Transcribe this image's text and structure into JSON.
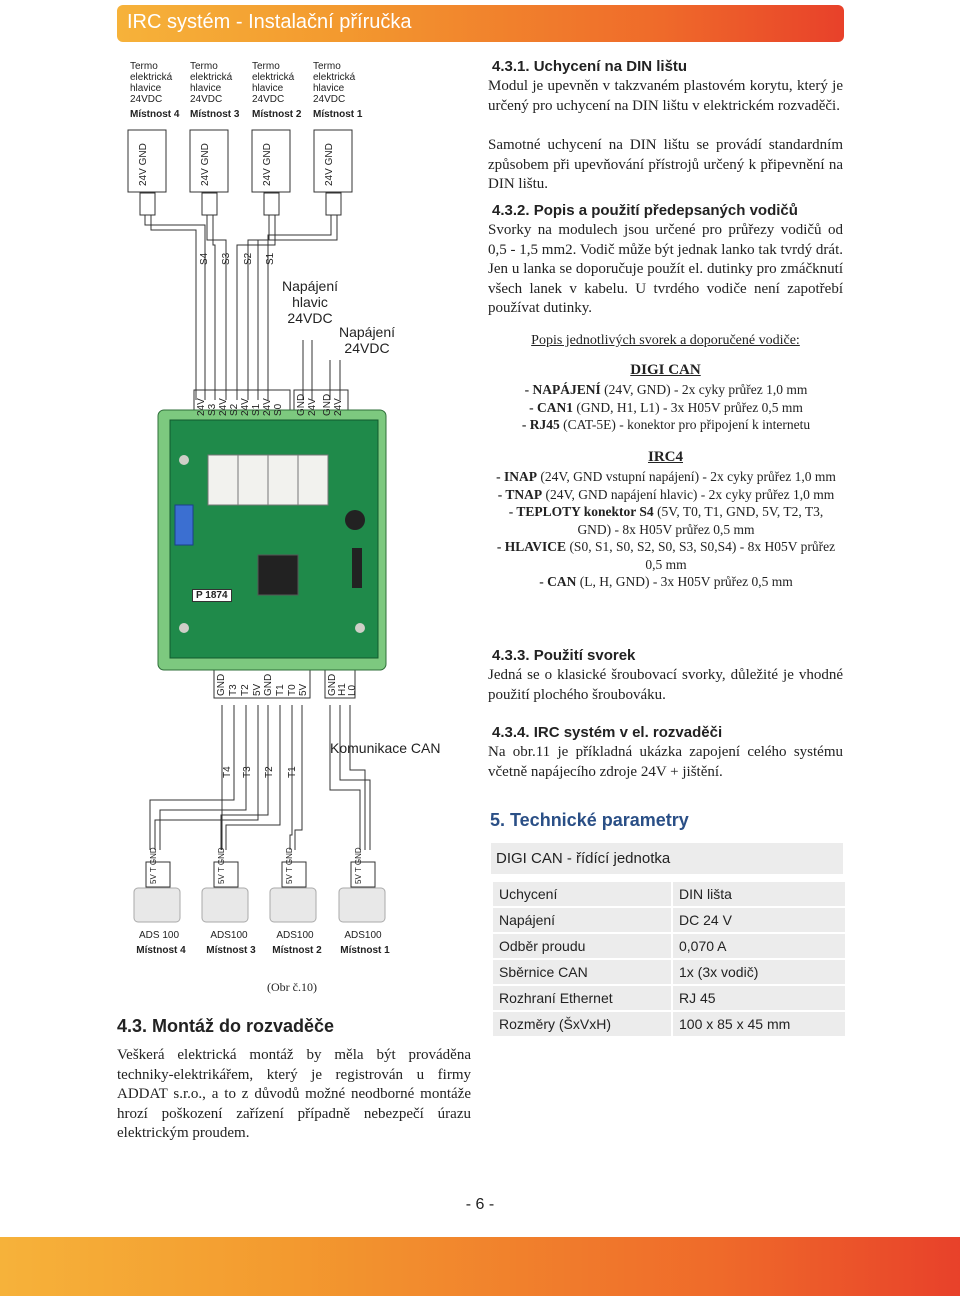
{
  "header": {
    "title": "IRC systém - Instalační příručka"
  },
  "diagram": {
    "heads": [
      {
        "type_lines": [
          "Termo",
          "elektrická",
          "hlavice",
          "24VDC"
        ],
        "room": "Místnost 4"
      },
      {
        "type_lines": [
          "Termo",
          "elektrická",
          "hlavice",
          "24VDC"
        ],
        "room": "Místnost 3"
      },
      {
        "type_lines": [
          "Termo",
          "elektrická",
          "hlavice",
          "24VDC"
        ],
        "room": "Místnost 2"
      },
      {
        "type_lines": [
          "Termo",
          "elektrická",
          "hlavice",
          "24VDC"
        ],
        "room": "Místnost 1"
      }
    ],
    "head_pins": [
      "24V",
      "GND"
    ],
    "signal_labels": [
      "S4",
      "S3",
      "S2",
      "S1"
    ],
    "supply_heads_label": "Napájení\nhlavic\n24VDC",
    "supply_label": "Napájení\n24VDC",
    "top_terminals": [
      "24V",
      "S3",
      "24V",
      "S2",
      "24V",
      "S1",
      "24V",
      "S0",
      "GND",
      "24V",
      "GND",
      "24V"
    ],
    "bottom_terminals_left": [
      "GND",
      "T3",
      "T2",
      "5V",
      "GND",
      "T1",
      "T0",
      "5V"
    ],
    "bottom_terminals_right": [
      "GND",
      "H1",
      "L0"
    ],
    "board_marking": "P 1874",
    "temp_labels": [
      "T4",
      "T3",
      "T2",
      "T1"
    ],
    "can_label": "Komunikace CAN",
    "sensors": [
      {
        "model": "ADS 100",
        "room": "Místnost 4"
      },
      {
        "model": "ADS100",
        "room": "Místnost 3"
      },
      {
        "model": "ADS100",
        "room": "Místnost 2"
      },
      {
        "model": "ADS100",
        "room": "Místnost 1"
      }
    ],
    "sensor_pins": [
      "5V",
      "T",
      "GND"
    ],
    "caption": "(Obr č.10)"
  },
  "sections": {
    "s431": {
      "title": "4.3.1. Uchycení na DIN lištu",
      "p1": "Modul je upevněn v takzvaném plastovém korytu, který je určený pro uchycení na DIN lištu v elektrickém rozvaděči.",
      "p2": "Samotné uchycení na DIN lištu se provádí standardním způsobem při upevňování přístrojů určený k připevnění na DIN lištu."
    },
    "s432": {
      "title": "4.3.2. Popis a použití předepsaných vodičů",
      "p1": "Svorky na modulech jsou určené pro průřezy vodičů od 0,5 - 1,5 mm2. Vodič může být jednak lanko tak tvrdý drát. Jen u lanka se doporučuje použít el. dutinky pro zmáčknutí všech lanek v kabelu. U tvrdého vodiče není zapotřebí používat dutinky.",
      "subtitle": "Popis jednotlivých svorek a doporučené vodiče:",
      "digi_title": "DIGI CAN",
      "digi_items": [
        {
          "name": "- NAPÁJENÍ",
          "desc": " (24V, GND) - 2x cyky průřez 1,0 mm"
        },
        {
          "name": "- CAN1",
          "desc": " (GND, H1, L1) - 3x H05V průřez 0,5 mm"
        },
        {
          "name": "- RJ45",
          "desc": " (CAT-5E) - konektor pro připojení k internetu"
        }
      ],
      "irc_title": "IRC4",
      "irc_items": [
        {
          "name": "- INAP",
          "desc": " (24V, GND vstupní napájení) - 2x cyky průřez 1,0 mm"
        },
        {
          "name": "- TNAP",
          "desc": " (24V, GND napájení hlavic) - 2x cyky průřez 1,0 mm"
        },
        {
          "name": "- TEPLOTY konektor S4",
          "desc": " (5V, T0, T1, GND, 5V, T2, T3, GND) - 8x H05V průřez 0,5 mm"
        },
        {
          "name": "- HLAVICE",
          "desc": " (S0, S1, S0, S2, S0, S3, S0,S4) - 8x H05V průřez 0,5 mm"
        },
        {
          "name": "- CAN",
          "desc": " (L, H, GND) - 3x H05V průřez 0,5 mm"
        }
      ]
    },
    "s433": {
      "title": "4.3.3. Použití svorek",
      "p1": "Jedná se o klasické šroubovací svorky, důležité je vhodné použití plochého šroubováku."
    },
    "s434": {
      "title": "4.3.4. IRC systém v el. rozvaděči",
      "p1": "Na obr.11 je příkladná ukázka zapojení celého systému včetně napájecího zdroje 24V + jištění."
    },
    "s5": {
      "title": "5. Technické parametry",
      "table_title": "DIGI CAN - řídící jednotka",
      "rows": [
        {
          "k": "Uchycení",
          "v": "DIN lišta"
        },
        {
          "k": "Napájení",
          "v": "DC 24 V"
        },
        {
          "k": "Odběr proudu",
          "v": "0,070 A"
        },
        {
          "k": "Sběrnice CAN",
          "v": "1x  (3x vodič)"
        },
        {
          "k": "Rozhraní Ethernet",
          "v": "RJ 45"
        },
        {
          "k": "Rozměry (ŠxVxH)",
          "v": "100 x 85 x 45 mm"
        }
      ]
    },
    "s43": {
      "title": "4.3. Montáž do rozvaděče",
      "p1": "Veškerá elektrická montáž by měla být prováděna techniky-elektrikářem, který je registrován u firmy ADDAT s.r.o., a to z důvodů možné neodborné montáže hrozí poškození zařízení případně nebezpečí úrazu elektrickým proudem."
    }
  },
  "page": {
    "number": "- 6 -"
  },
  "colors": {
    "header_start": "#f6b23a",
    "header_end": "#e8412a",
    "section5_title": "#2a4f86",
    "pcb": "#1f8a4a"
  }
}
